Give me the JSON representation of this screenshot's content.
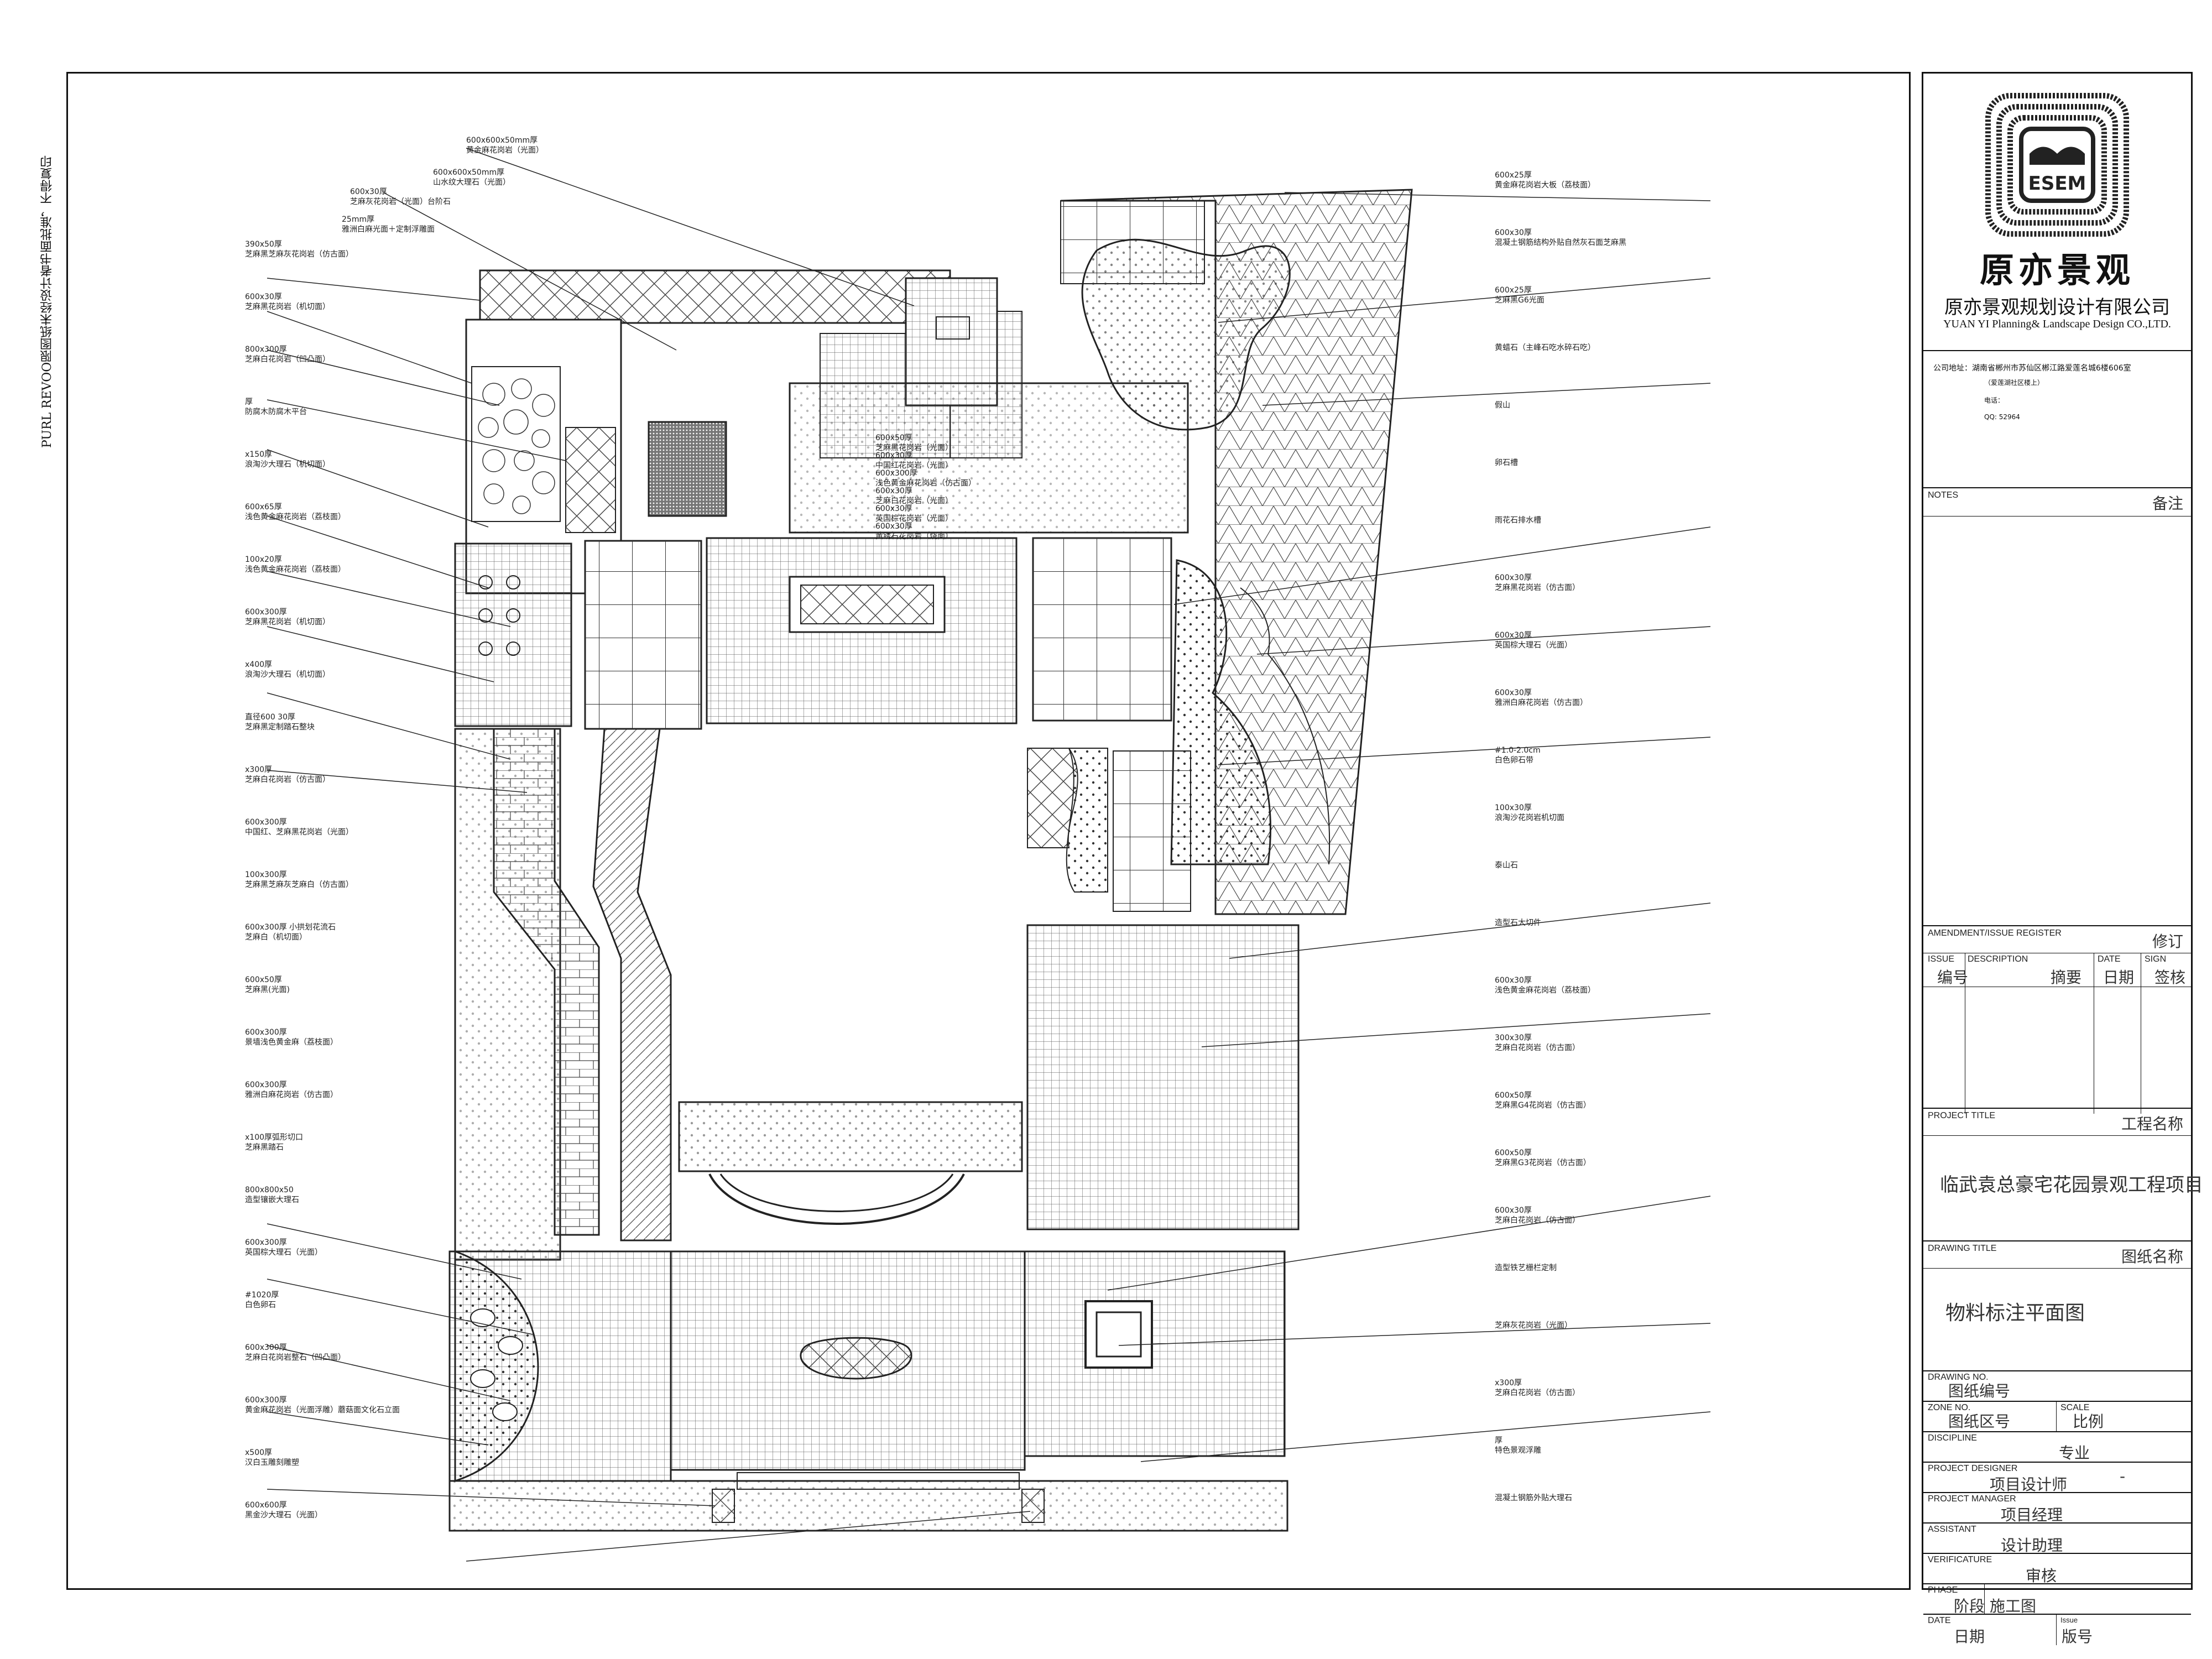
{
  "side_note": "PURL REVOO限图纸未经设计者书面批准，不得复印",
  "company": {
    "logo_text": "ESEM",
    "calligraphy": "原亦景观",
    "name_cn": "原亦景观规划设计有限公司",
    "name_en": "YUAN YI Planning& Landscape Design CO.,LTD.",
    "address": "公司地址：湖南省郴州市苏仙区郴江路爱莲名城6楼606室",
    "address_sub": "（爱莲湖社区楼上）",
    "phone_label": "电话：",
    "qq_label": "QQ: 52964"
  },
  "title_block": {
    "notes_en": "NOTES",
    "notes_cn": "备注",
    "amend_en": "AMENDMENT/ISSUE REGISTER",
    "amend_cn": "修订",
    "issue_en": "ISSUE",
    "issue_cn": "编号",
    "desc_en": "DESCRIPTION",
    "desc_cn": "摘要",
    "date_en": "DATE",
    "date_cn": "日期",
    "sign_en": "SIGN",
    "sign_cn": "签核",
    "project_en": "PROJECT TITLE",
    "project_cn": "工程名称",
    "project_value": "临武袁总豪宅花园景观工程项目",
    "drawing_en": "DRAWING TITLE",
    "drawing_cn": "图纸名称",
    "drawing_value": "物料标注平面图",
    "drawing_no_en": "DRAWING NO.",
    "drawing_no_cn": "图纸编号",
    "zone_en": "ZONE NO.",
    "zone_cn": "图纸区号",
    "scale_en": "SCALE",
    "scale_cn": "比例",
    "discipline_en": "DISCIPLINE",
    "discipline_cn": "专业",
    "designer_en": "PROJECT DESIGNER",
    "designer_cn": "项目设计师",
    "designer_value": "-",
    "manager_en": "PROJECT MANAGER",
    "manager_cn": "项目经理",
    "assistant_en": "ASSISTANT",
    "assistant_cn": "设计助理",
    "verify_en": "VERIFICATURE",
    "verify_cn": "审核",
    "phase_en": "PHASE",
    "phase_cn": "阶段",
    "phase_value": "施工图",
    "date2_en": "DATE",
    "date2_cn": "日期",
    "issue2_en": "Issue",
    "issue2_cn": "版号"
  },
  "callouts_left": [
    {
      "t": "390x50厚",
      "s": "芝麻黑芝麻灰花岗岩（仿古面）"
    },
    {
      "t": "600x30厚",
      "s": "芝麻黑花岗岩（机切面）"
    },
    {
      "t": "800x300厚",
      "s": "芝麻白花岗岩（凹凸面）"
    },
    {
      "t": "厚",
      "s": "防腐木防腐木平台"
    },
    {
      "t": "x150厚",
      "s": "浪淘沙大理石（机切面）"
    },
    {
      "t": "600x65厚",
      "s": "浅色黄金麻花岗岩（荔枝面）"
    },
    {
      "t": "100x20厚",
      "s": "浅色黄金麻花岗岩（荔枝面）"
    },
    {
      "t": "600x300厚",
      "s": "芝麻黑花岗岩（机切面）"
    },
    {
      "t": "x400厚",
      "s": "浪淘沙大理石（机切面）"
    },
    {
      "t": "直径600 30厚",
      "s": "芝麻黑定制踏石整块"
    },
    {
      "t": "x300厚",
      "s": "芝麻白花岗岩（仿古面）"
    },
    {
      "t": "600x300厚",
      "s": "中国红、芝麻黑花岗岩（光面）"
    },
    {
      "t": "100x300厚",
      "s": "芝麻黑芝麻灰芝麻白（仿古面）"
    },
    {
      "t": "600x300厚 小拱划花流石",
      "s": "芝麻白（机切面）"
    },
    {
      "t": "600x50厚",
      "s": "芝麻黑(光面)"
    },
    {
      "t": "600x300厚",
      "s": "景墙浅色黄金麻（荔枝面）"
    },
    {
      "t": "600x300厚",
      "s": "雅洲白麻花岗岩（仿古面）"
    },
    {
      "t": "x100厚弧形切口",
      "s": "芝麻黑踏石"
    },
    {
      "t": "800x800x50",
      "s": "造型镶嵌大理石"
    },
    {
      "t": "600x300厚",
      "s": "英国棕大理石（光面）"
    },
    {
      "t": "#1020厚",
      "s": "白色卵石"
    },
    {
      "t": "600x300厚",
      "s": "芝麻白花岗岩整石（凹凸面）"
    },
    {
      "t": "600x300厚",
      "s": "黄金麻花岗岩（光面浮雕）蘑菇面文化石立面"
    },
    {
      "t": "x500厚",
      "s": "汉白玉雕刻雕塑"
    },
    {
      "t": "600x600厚",
      "s": "黑金沙大理石（光面）"
    }
  ],
  "callouts_top": [
    {
      "t": "600x600x50mm厚",
      "s": "黄金麻花岗岩（光面）"
    },
    {
      "t": "600x600x50mm厚",
      "s": "山水纹大理石（光面）"
    },
    {
      "t": "600x30厚",
      "s": "芝麻灰花岗岩（光面）台阶石"
    },
    {
      "t": "25mm厚",
      "s": "雅洲白麻光面＋定制浮雕面"
    }
  ],
  "callouts_right": [
    {
      "t": "600x25厚",
      "s": "黄金麻花岗岩大板（荔枝面）"
    },
    {
      "t": "600x30厚",
      "s": "混凝土钢筋结构外贴自然灰石面芝麻黑"
    },
    {
      "t": "600x25厚",
      "s": "芝麻黑G6光面"
    },
    {
      "t": "",
      "s": "黄蜡石（主峰石吃水碎石吃）"
    },
    {
      "t": "",
      "s": "假山"
    },
    {
      "t": "",
      "s": "卵石槽"
    },
    {
      "t": "",
      "s": "雨花石排水槽"
    },
    {
      "t": "600x30厚",
      "s": "芝麻黑花岗岩（仿古面）"
    },
    {
      "t": "600x30厚",
      "s": "英国棕大理石（光面）"
    },
    {
      "t": "600x30厚",
      "s": "雅洲白麻花岗岩（仿古面）"
    },
    {
      "t": "#1.0-2.0cm",
      "s": "白色卵石带"
    },
    {
      "t": "100x30厚",
      "s": "浪淘沙花岗岩机切面"
    },
    {
      "t": "",
      "s": "泰山石"
    },
    {
      "t": "",
      "s": "造型石大切件"
    },
    {
      "t": "600x30厚",
      "s": "浅色黄金麻花岗岩（荔枝面）"
    },
    {
      "t": "300x30厚",
      "s": "芝麻白花岗岩（仿古面）"
    },
    {
      "t": "600x50厚",
      "s": "芝麻黑G4花岗岩（仿古面）"
    },
    {
      "t": "600x50厚",
      "s": "芝麻黑G3花岗岩（仿古面）"
    },
    {
      "t": "600x30厚",
      "s": "芝麻白花岗岩（仿古面）"
    },
    {
      "t": "",
      "s": "造型铁艺栅栏定制"
    },
    {
      "t": "",
      "s": "芝麻灰花岗岩（光面）"
    },
    {
      "t": "x300厚",
      "s": "芝麻白花岗岩（仿古面）"
    },
    {
      "t": "厚",
      "s": "特色景观浮雕"
    },
    {
      "t": "",
      "s": "混凝土钢筋外贴大理石"
    }
  ],
  "callouts_center": [
    {
      "t": "600x50厚",
      "s": "芝麻黑花岗岩（光面）"
    },
    {
      "t": "600x30厚",
      "s": "中国红花岗岩（光面）"
    },
    {
      "t": "600x300厚",
      "s": "浅色黄金麻花岗岩（仿古面）"
    },
    {
      "t": "600x30厚",
      "s": "芝麻白花岗岩（光面）"
    },
    {
      "t": "600x30厚",
      "s": "英国棕花岗岩（光面）"
    },
    {
      "t": "600x30厚",
      "s": "黄锈石花岗岩（烧面）"
    }
  ]
}
